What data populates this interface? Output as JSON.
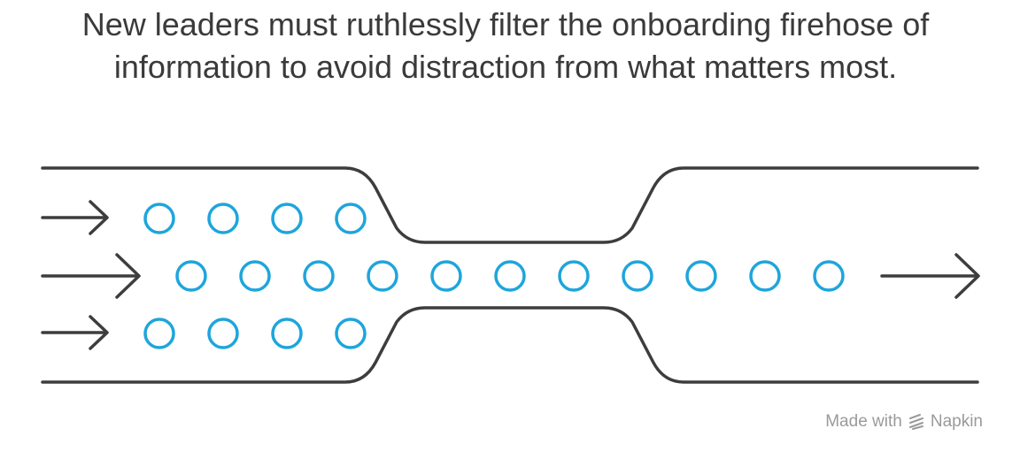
{
  "title": "New leaders must ruthlessly filter the onboarding firehose of information to avoid distraction from what matters most.",
  "colors": {
    "line": "#3d3d3d",
    "dot": "#1ea5dc",
    "text": "#3a3a3a",
    "watermark": "#9a9a9a"
  },
  "watermark": {
    "prefix": "Made with",
    "brand": "Napkin",
    "icon": "napkin-logo-icon"
  }
}
